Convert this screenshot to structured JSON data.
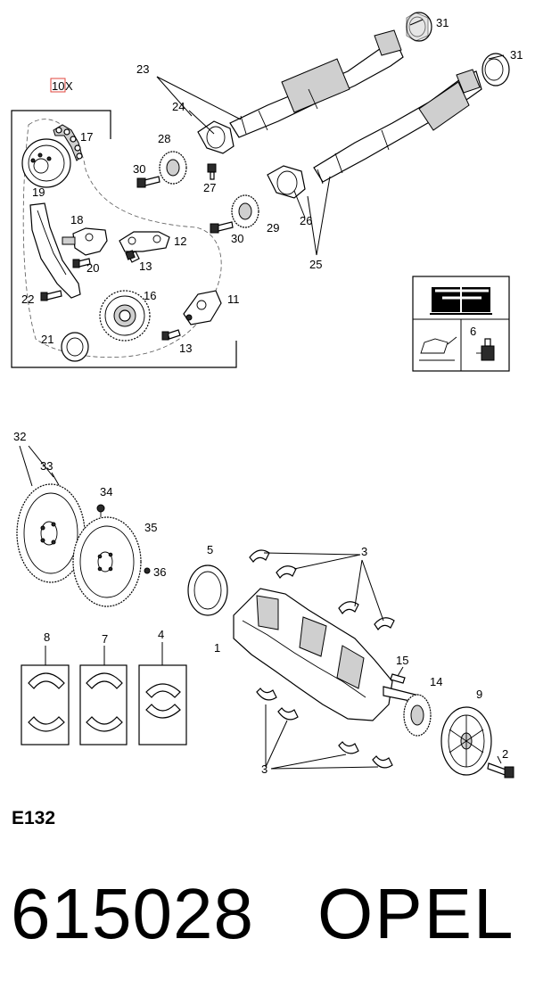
{
  "callouts": {
    "c1": "1",
    "c2": "2",
    "c3a": "3",
    "c3b": "3",
    "c4": "4",
    "c5": "5",
    "c6": "6",
    "c7": "7",
    "c8": "8",
    "c9": "9",
    "c10": "10",
    "c10x": "X",
    "c11": "11",
    "c12": "12",
    "c13a": "13",
    "c13b": "13",
    "c14": "14",
    "c15": "15",
    "c16": "16",
    "c17": "17",
    "c18": "18",
    "c19": "19",
    "c20": "20",
    "c21": "21",
    "c22": "22",
    "c23": "23",
    "c24": "24",
    "c25": "25",
    "c26": "26",
    "c27": "27",
    "c28": "28",
    "c29": "29",
    "c30a": "30",
    "c30b": "30",
    "c31a": "31",
    "c31b": "31",
    "c32": "32",
    "c33": "33",
    "c34": "34",
    "c35": "35",
    "c36": "36"
  },
  "footer": {
    "diagram_code": "E132",
    "part_number": "615028",
    "brand": "OPEL"
  },
  "colors": {
    "highlight": "#e0463c",
    "line": "#000000",
    "background": "#ffffff"
  },
  "icons": [
    "workshop-manual-icon",
    "oil-can-icon",
    "spark-plug-icon"
  ]
}
